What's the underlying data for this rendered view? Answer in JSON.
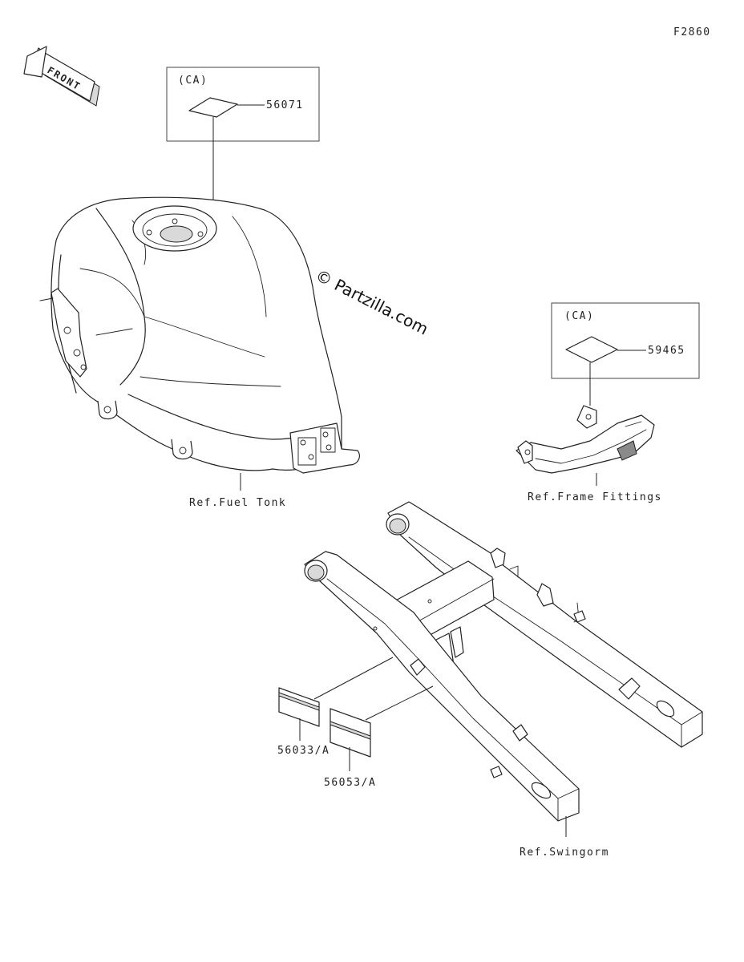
{
  "figure_code": "F2860",
  "front_label": "FRONT",
  "watermark": "© Partzilla.com",
  "callouts": {
    "ca_tank": "(CA)",
    "part_56071": "56071",
    "ca_frame": "(CA)",
    "part_59465": "59465",
    "part_56033": "56033/A",
    "part_56053": "56053/A"
  },
  "refs": {
    "fuel_tank": "Ref.Fuel Tonk",
    "frame_fittings": "Ref.Frame Fittings",
    "swingarm": "Ref.Swingorm"
  }
}
